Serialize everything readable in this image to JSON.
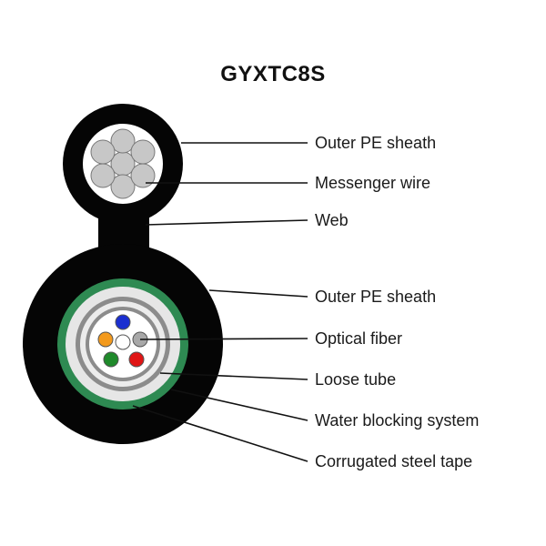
{
  "title": "GYXTC8S",
  "colors": {
    "sheath": "#050505",
    "steel_strand": "#c7c7c7",
    "steel_tape": "#2e8a52",
    "water_block": "#e6e6e6",
    "tube_wall": "#8c8c8c",
    "fiber_blue": "#1b2fd0",
    "fiber_orange": "#f39a1d",
    "fiber_white": "#ffffff",
    "fiber_gray": "#a8a8a8",
    "fiber_green": "#1f8a2b",
    "fiber_red": "#e01515"
  },
  "labels": [
    "Outer PE sheath",
    "Messenger wire",
    "Web",
    "Outer PE sheath",
    "Optical fiber",
    "Loose tube",
    "Water blocking system",
    "Corrugated steel tape"
  ]
}
